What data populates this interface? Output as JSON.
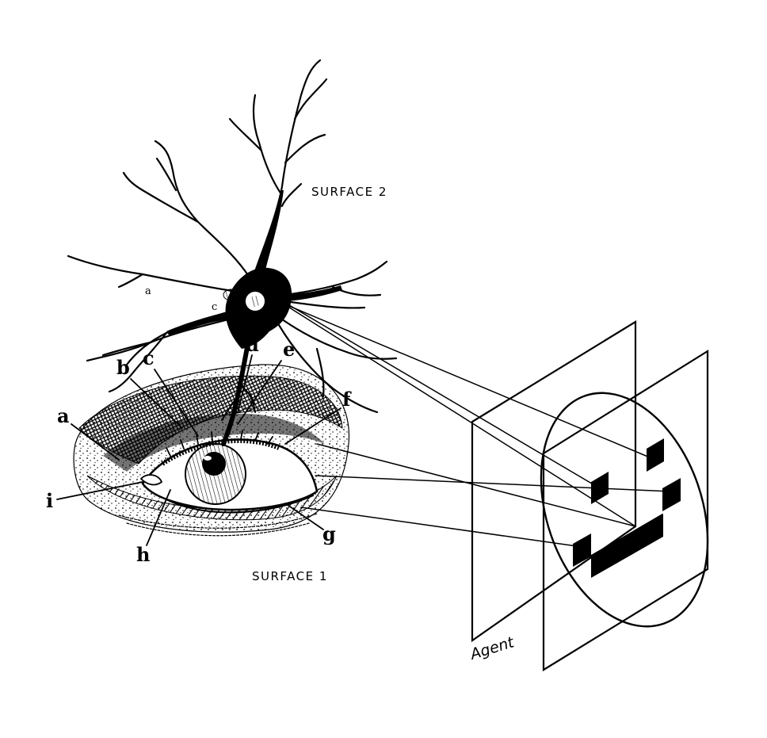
{
  "labels": {
    "surface_1": "SURFACE 1",
    "surface_2": "SURFACE 2",
    "agent": "Agent"
  },
  "eye_letters": {
    "a": "a",
    "b": "b",
    "c": "c",
    "d": "d",
    "e": "e",
    "f": "f",
    "g": "g",
    "h": "h",
    "i": "i"
  },
  "neuron_letters": {
    "a": "a",
    "c": "c"
  },
  "colors": {
    "ink": "#000000",
    "background": "#ffffff"
  }
}
